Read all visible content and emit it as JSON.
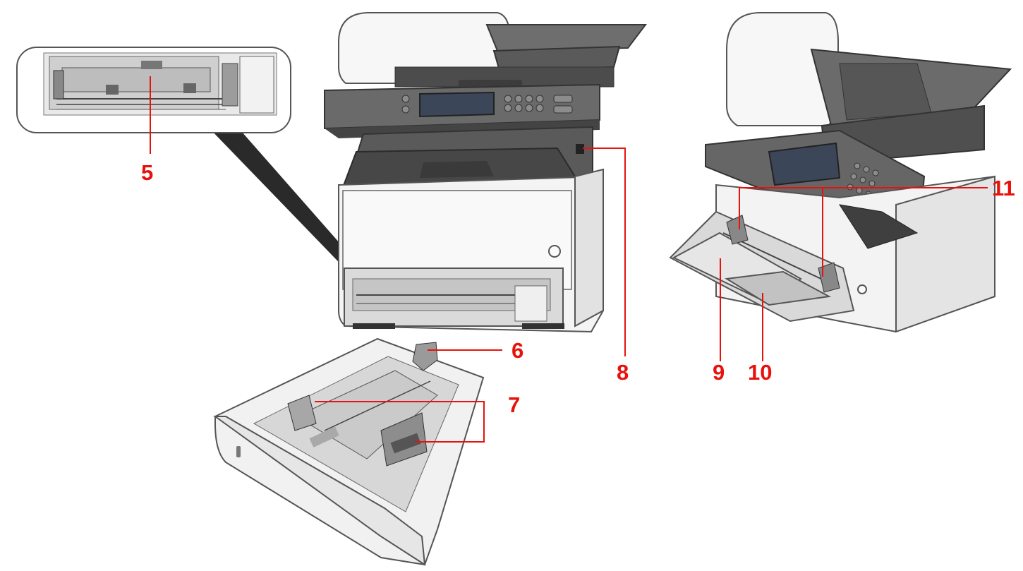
{
  "callouts": [
    {
      "id": "c5",
      "text": "5"
    },
    {
      "id": "c6",
      "text": "6"
    },
    {
      "id": "c7",
      "text": "7"
    },
    {
      "id": "c8",
      "text": "8"
    },
    {
      "id": "c9",
      "text": "9"
    },
    {
      "id": "c10",
      "text": "10"
    },
    {
      "id": "c11",
      "text": "11"
    }
  ],
  "colors": {
    "callout": "#e8120c",
    "body_light": "#f4f4f4",
    "body_dark": "#4a4a4a",
    "outline": "#555555",
    "panel": "#636363"
  }
}
